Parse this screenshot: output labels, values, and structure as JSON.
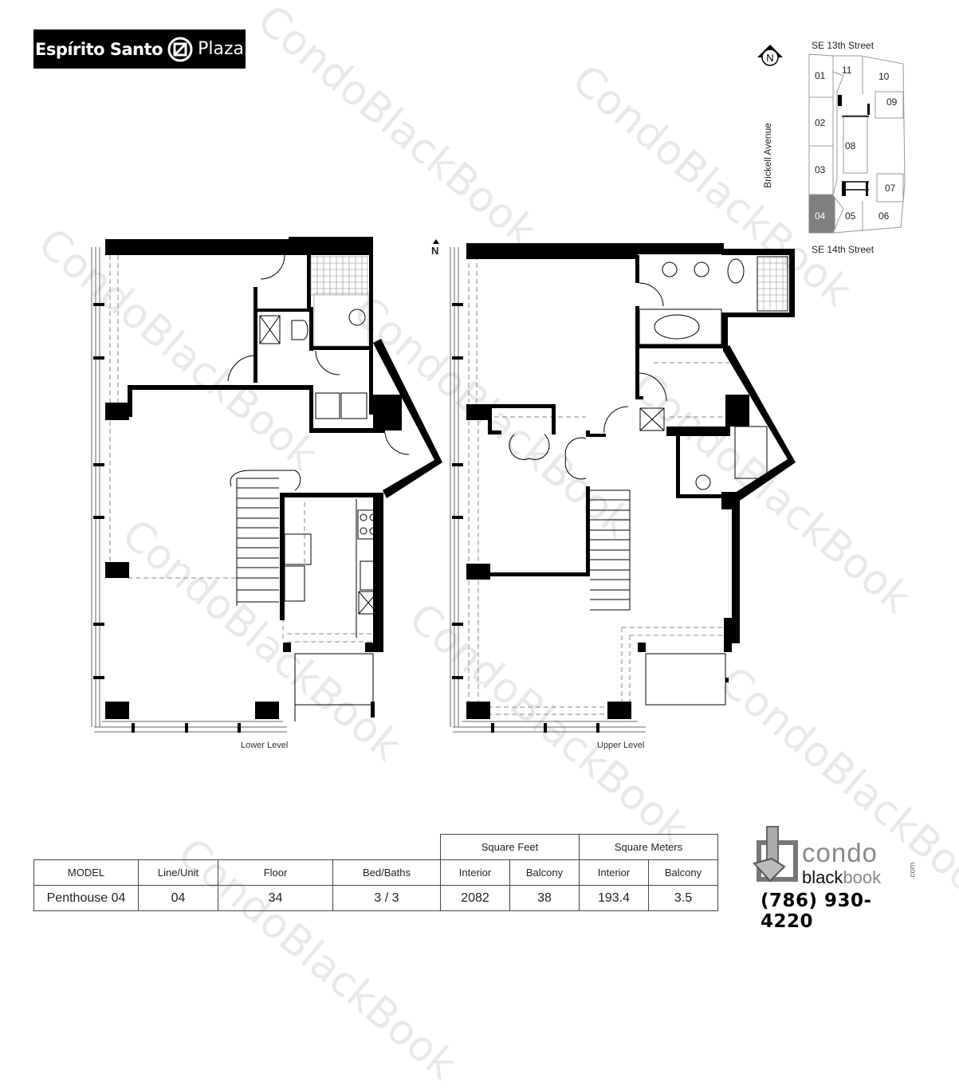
{
  "header": {
    "brand_bold": "Espírito Santo",
    "brand_light": "Plaza",
    "brand_icon": "espirito-santo-logo-icon"
  },
  "keyplan": {
    "north_label": "N",
    "top_street": "SE 13th Street",
    "bottom_street": "SE 14th Street",
    "side_street": "Brickell Avenue",
    "highlight_unit": "04",
    "highlight_color": "#808080",
    "units": [
      "01",
      "02",
      "03",
      "04",
      "05",
      "06",
      "07",
      "08",
      "09",
      "10",
      "11"
    ]
  },
  "floorplan": {
    "north_label": "N",
    "lower_label": "Lower Level",
    "upper_label": "Upper Level"
  },
  "watermark": "CondoBlackBook",
  "specs": {
    "group_headers": {
      "square_feet": "Square Feet",
      "square_meters": "Square Meters"
    },
    "columns": [
      "MODEL",
      "Line/Unit",
      "Floor",
      "Bed/Baths",
      "Interior",
      "Balcony",
      "Interior",
      "Balcony"
    ],
    "values": [
      "Penthouse 04",
      "04",
      "34",
      "3 / 3",
      "2082",
      "38",
      "193.4",
      "3.5"
    ]
  },
  "footer_brand": {
    "word1": "condo",
    "word2a": "black",
    "word2b": "book",
    "com": ".com",
    "phone": "(786) 930-4220"
  }
}
